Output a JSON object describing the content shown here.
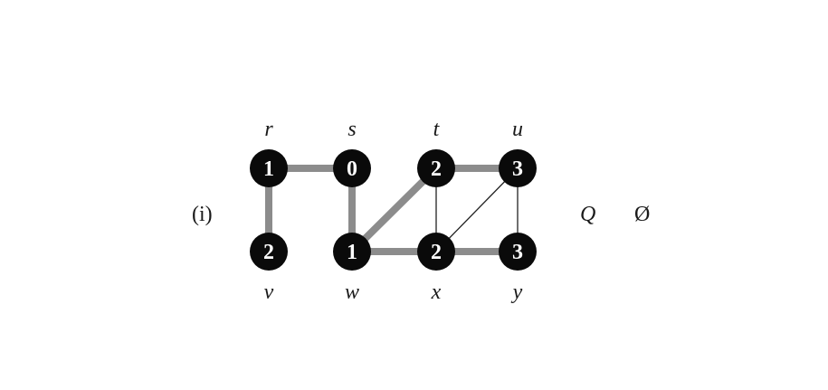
{
  "panel_label": "(i)",
  "queue": {
    "label": "Q",
    "contents": "Ø"
  },
  "colors": {
    "node_fill": "#0a0a0a",
    "node_text": "#ffffff",
    "tree_edge": "#8c8c8c",
    "plain_edge": "#222222",
    "label": "#1a1a1a"
  },
  "graph": {
    "nodes": [
      {
        "id": "r",
        "name": "r",
        "distance": "1"
      },
      {
        "id": "s",
        "name": "s",
        "distance": "0"
      },
      {
        "id": "t",
        "name": "t",
        "distance": "2"
      },
      {
        "id": "u",
        "name": "u",
        "distance": "3"
      },
      {
        "id": "v",
        "name": "v",
        "distance": "2"
      },
      {
        "id": "w",
        "name": "w",
        "distance": "1"
      },
      {
        "id": "x",
        "name": "x",
        "distance": "2"
      },
      {
        "id": "y",
        "name": "y",
        "distance": "3"
      }
    ],
    "edges": [
      {
        "from": "r",
        "to": "s",
        "tree": true
      },
      {
        "from": "r",
        "to": "v",
        "tree": true
      },
      {
        "from": "s",
        "to": "w",
        "tree": true
      },
      {
        "from": "w",
        "to": "t",
        "tree": true
      },
      {
        "from": "w",
        "to": "x",
        "tree": true
      },
      {
        "from": "t",
        "to": "u",
        "tree": true
      },
      {
        "from": "x",
        "to": "y",
        "tree": true
      },
      {
        "from": "t",
        "to": "x",
        "tree": false
      },
      {
        "from": "u",
        "to": "x",
        "tree": false
      },
      {
        "from": "u",
        "to": "y",
        "tree": false
      }
    ]
  }
}
